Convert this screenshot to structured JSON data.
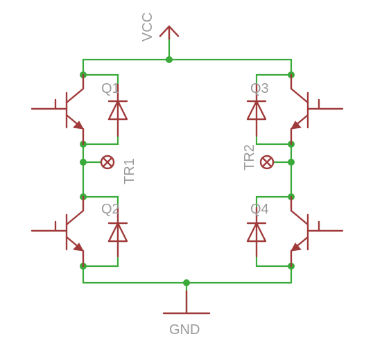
{
  "labels": {
    "vcc": "VCC",
    "gnd": "GND",
    "q1": "Q1",
    "q2": "Q2",
    "q3": "Q3",
    "q4": "Q4",
    "tr1": "TR1",
    "tr2": "TR2"
  },
  "colors": {
    "wire": "#3aaa3a",
    "part": "#a03a3a",
    "label": "#9a9a9a"
  }
}
